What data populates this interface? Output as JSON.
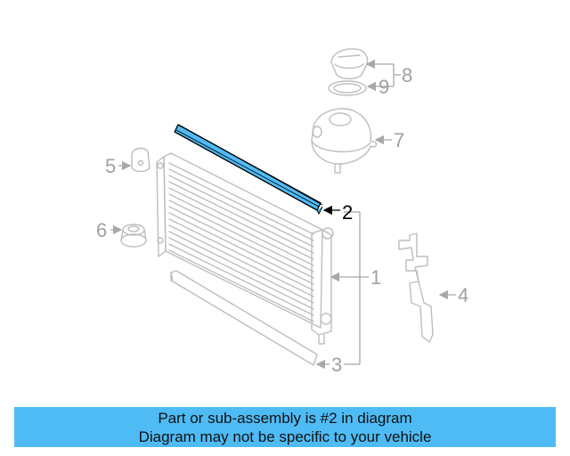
{
  "diagram": {
    "highlight_color": "#4fbbf5",
    "line_color": "#bdbdbd",
    "callouts": [
      {
        "id": "1",
        "label": "1",
        "part": "radiator"
      },
      {
        "id": "2",
        "label": "2",
        "part": "upper seal strip",
        "highlighted": true
      },
      {
        "id": "3",
        "label": "3",
        "part": "lower air guide"
      },
      {
        "id": "4",
        "label": "4",
        "part": "side air deflector"
      },
      {
        "id": "5",
        "label": "5",
        "part": "upper mount bushing"
      },
      {
        "id": "6",
        "label": "6",
        "part": "lower mount"
      },
      {
        "id": "7",
        "label": "7",
        "part": "coolant reservoir"
      },
      {
        "id": "8",
        "label": "8",
        "part": "reservoir cap"
      },
      {
        "id": "9",
        "label": "9",
        "part": "cap seal ring"
      }
    ]
  },
  "banner": {
    "line1": "Part or sub-assembly is #2 in diagram",
    "line2": "Diagram may not be specific to your vehicle",
    "background": "#4fbbf5"
  }
}
